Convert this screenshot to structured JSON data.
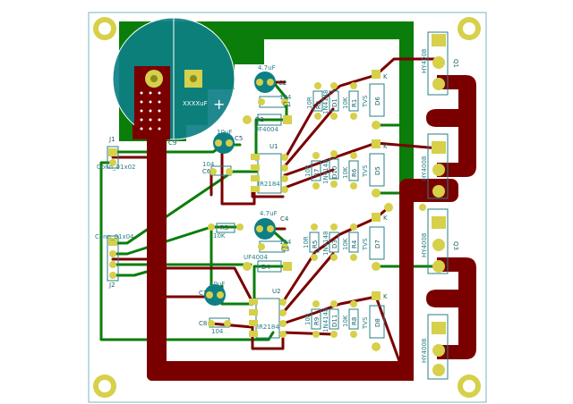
{
  "board": {
    "colors": {
      "outline": "#79b7c2",
      "top_copper": "#0a7d0a",
      "bottom_copper": "#7a0000",
      "pad": "#d6d04a",
      "pad_hole": "#8b8a1e",
      "silkscreen": "#2a7f86",
      "cap_body": "#0d7f85",
      "background": "#ffffff"
    },
    "icons": [
      "mounting-hole-icon",
      "capacitor-icon",
      "connector-icon",
      "resistor-icon",
      "diode-icon"
    ]
  },
  "labels": {
    "c2_value": "4.7uF",
    "c2": "C2",
    "c1": "C1",
    "c1_value": "104",
    "d2": "D2",
    "d2_value": "UF4004",
    "u1": "U1",
    "u1_value": "IR2184",
    "c5_value": "10uF",
    "c5": "C5",
    "c6": "C6",
    "c6_value": "104",
    "j1": "J1",
    "j1_value": "Conn_01x02",
    "c9": "C9",
    "c9_value": "XXXXuF",
    "r3": "R3",
    "r3_value": "10K",
    "c4_value": "4.7uF",
    "c4": "C4",
    "c3": "C3",
    "c3_value": "104",
    "d4": "D4",
    "d4_value": "UF4004",
    "j2": "J2",
    "j2_value": "Conn_01x04",
    "c7_value": "10uF",
    "c7": "C7",
    "c8": "C8",
    "c8_value": "104",
    "u2": "U2",
    "u2_value": "IR2184",
    "q1": "Q1",
    "q1_value": "HY4008",
    "q2_value": "HY4008",
    "q3": "Q3",
    "q3_value": "HY4008",
    "q4_value": "HY4008",
    "r2": "R2",
    "r2_value": "10R",
    "d1": "D1",
    "d1_value": "1N4148",
    "r1": "R1",
    "r1_value": "10K",
    "d6": "D6",
    "d6_value": "TVS",
    "r7": "R7",
    "r7_value": "10R",
    "d10": "D10",
    "d10_value": "1N4148",
    "r6": "R6",
    "r6_value": "10K",
    "d5": "D5",
    "d5_value": "TVS",
    "r5": "R5",
    "r5_value": "10R",
    "d3": "D3",
    "d3_value": "1N4148",
    "r4": "R4",
    "r4_value": "10K",
    "d7": "D7",
    "d7_value": "TVS",
    "r9": "R9",
    "r9_value": "10R",
    "d11": "D11",
    "d11_value": "1N4148",
    "r8": "R8",
    "r8_value": "10K",
    "d8": "D8",
    "d8_value": "TVS",
    "k1": "K",
    "k2": "K",
    "k3": "K",
    "k4": "K"
  }
}
